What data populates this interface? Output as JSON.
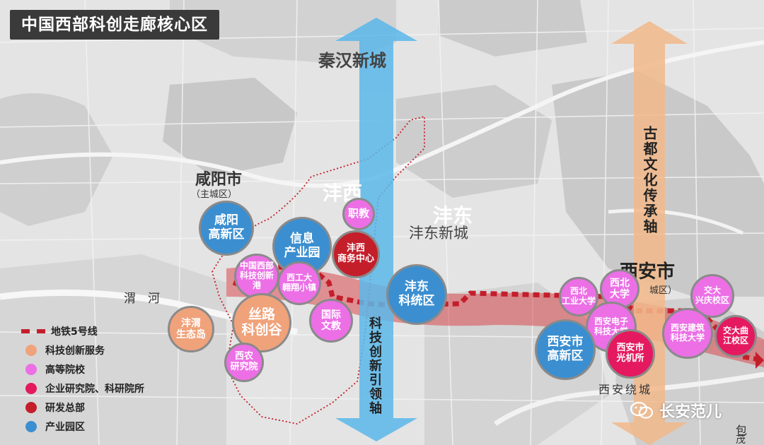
{
  "title": "中国西部科创走廊核心区",
  "places": {
    "qinhan": "秦汉新城",
    "xianyang": "咸阳市",
    "xianyang_sub": "（主城区）",
    "fengxi": "沣西",
    "fengdong": "沣东",
    "fengdong_new": "沣东新城",
    "xian": "西安市",
    "xian_sub": "城区）",
    "weihe": "渭　河",
    "ring": "西安绕城",
    "bao": "包",
    "mao": "茂"
  },
  "axes": {
    "culture": "古都文化传承轴",
    "innovation": "科技创新引领轴"
  },
  "nodes": [
    {
      "label": "咸阳\n高新区",
      "type": "blue"
    },
    {
      "label": "信息\n产业园",
      "type": "blue"
    },
    {
      "label": "职教",
      "type": "pink"
    },
    {
      "label": "沣西\n商务中心",
      "type": "red"
    },
    {
      "label": "中国西部\n科技创新港",
      "type": "pink"
    },
    {
      "label": "西工大\n翱翔小镇",
      "type": "pink"
    },
    {
      "label": "丝路\n科创谷",
      "type": "orange"
    },
    {
      "label": "国际\n文教",
      "type": "pink"
    },
    {
      "label": "沣东\n科统区",
      "type": "blue"
    },
    {
      "label": "沣渭\n生态岛",
      "type": "orange"
    },
    {
      "label": "西农\n研究院",
      "type": "pink"
    },
    {
      "label": "西北\n工业大学",
      "type": "pink"
    },
    {
      "label": "西北\n大学",
      "type": "pink"
    },
    {
      "label": "西安电子\n科技大学",
      "type": "pink"
    },
    {
      "label": "西安市\n高新区",
      "type": "blue"
    },
    {
      "label": "西安市\n光机所",
      "type": "magenta"
    },
    {
      "label": "交大\n兴庆校区",
      "type": "pink"
    },
    {
      "label": "西安建筑\n科技大学",
      "type": "pink"
    },
    {
      "label": "交大曲\n江校区",
      "type": "magenta"
    }
  ],
  "legend": [
    {
      "label": "地铁5号线",
      "kind": "metro"
    },
    {
      "label": "科技创新服务",
      "kind": "orange"
    },
    {
      "label": "高等院校",
      "kind": "pink"
    },
    {
      "label": "企业研究院、科研院所",
      "kind": "magenta"
    },
    {
      "label": "研发总部",
      "kind": "red"
    },
    {
      "label": "产业园区",
      "kind": "blue"
    }
  ],
  "colors": {
    "blue": "#3b8fd0",
    "orange": "#f0a27a",
    "pink": "#ec6fe6",
    "magenta": "#e5195f",
    "red": "#c41e2b",
    "culture_axis": "#f2b98a",
    "innovation_axis": "#5bb8ea",
    "corridor": "#d9484f"
  },
  "watermark": "长安范儿"
}
